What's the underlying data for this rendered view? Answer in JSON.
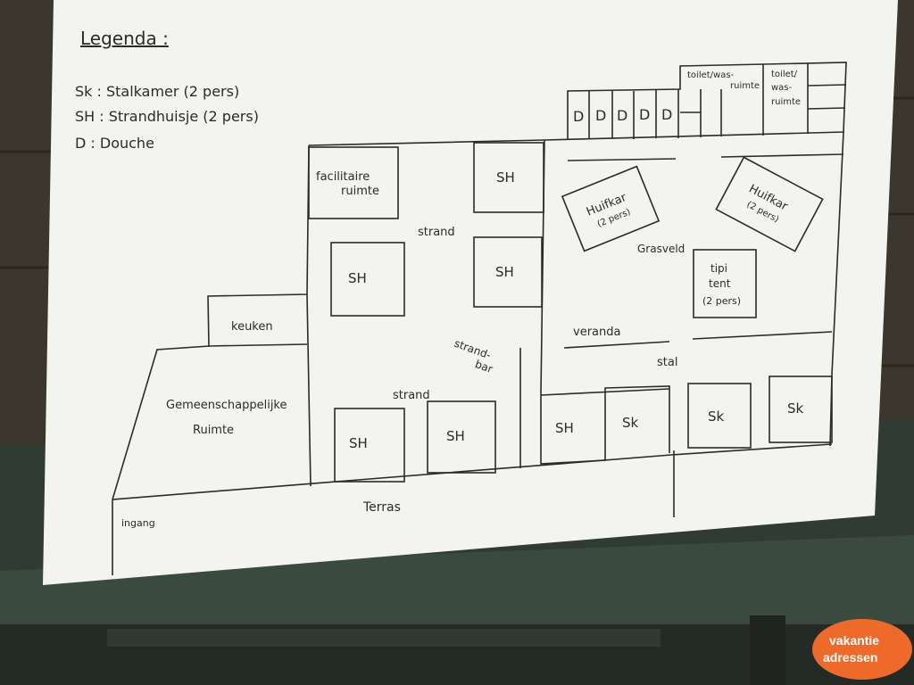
{
  "legend": {
    "title": "Legenda :",
    "items": [
      "Sk : Stalkamer (2 pers)",
      "SH : Strandhuisje (2 pers)",
      "D : Douche"
    ]
  },
  "rooms": {
    "toilet_1": "toilet/was-",
    "toilet_1b": "ruimte",
    "toilet_2": "toilet/",
    "toilet_2b": "was-",
    "toilet_2c": "ruimte",
    "douche": "D",
    "facilitaire_1": "facilitaire",
    "facilitaire_2": "ruimte",
    "sh": "SH",
    "sk": "Sk",
    "strand": "strand",
    "huifkar": "Huifkar",
    "huifkar_pers": "(2 pers)",
    "grasveld": "Grasveld",
    "tipi_1": "tipi",
    "tipi_2": "tent",
    "tipi_3": "(2 pers)",
    "keuken": "keuken",
    "strandbar_1": "strand-",
    "strandbar_2": "bar",
    "veranda": "veranda",
    "stal": "stal",
    "gemeenschappelijke_1": "Gemeenschappelijke",
    "gemeenschappelijke_2": "Ruimte",
    "terras": "Terras",
    "ingang": "ingang"
  },
  "logo": {
    "line1": "vakantie",
    "line2": "adressen",
    "color": "#ee6a2a"
  },
  "colors": {
    "paper": "#f3f3ef",
    "ink": "#2b2b2b"
  }
}
